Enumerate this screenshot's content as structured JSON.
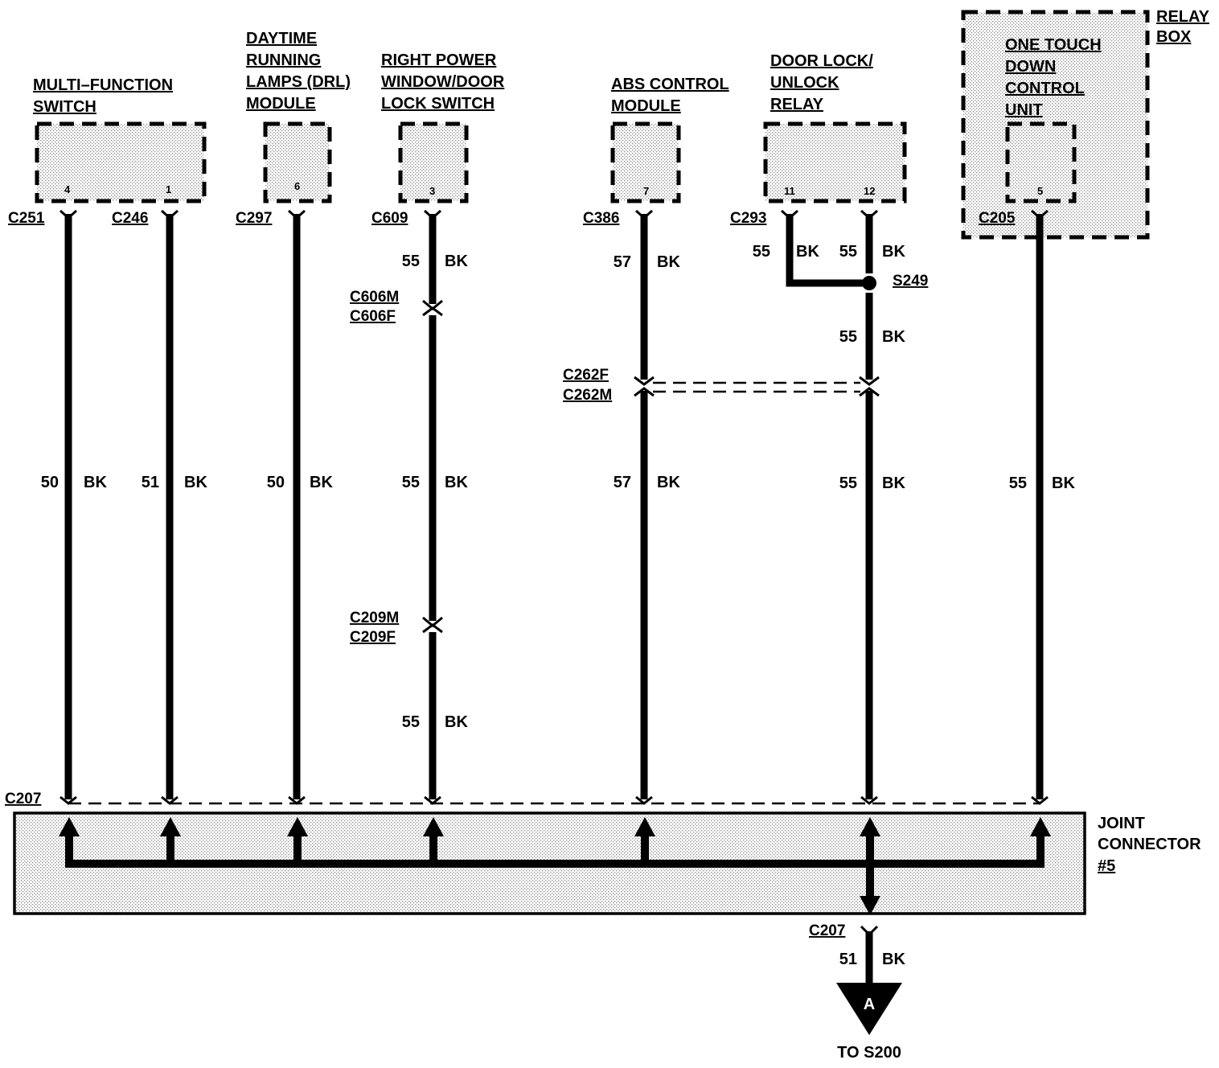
{
  "components": {
    "mfs": {
      "lines": [
        "MULTI–FUNCTION",
        "SWITCH"
      ],
      "pins": [
        "4",
        "1"
      ],
      "connectors": [
        "C251",
        "C246"
      ]
    },
    "drl": {
      "lines": [
        "DAYTIME",
        "RUNNING",
        "LAMPS (DRL)",
        "MODULE"
      ],
      "pin": "6",
      "connector": "C297"
    },
    "rpw": {
      "lines": [
        "RIGHT POWER",
        "WINDOW/DOOR",
        "LOCK SWITCH"
      ],
      "pin": "3",
      "connector": "C609"
    },
    "abs": {
      "lines": [
        "ABS CONTROL",
        "MODULE"
      ],
      "pin": "7",
      "connector": "C386"
    },
    "dlr": {
      "lines": [
        "DOOR LOCK/",
        "UNLOCK",
        "RELAY"
      ],
      "pins": [
        "11",
        "12"
      ],
      "connector": "C293"
    },
    "relay_box": {
      "lines": [
        "RELAY",
        "BOX"
      ]
    },
    "otd": {
      "lines": [
        "ONE TOUCH",
        "DOWN",
        "CONTROL",
        "UNIT"
      ],
      "pin": "5",
      "connector": "C205"
    }
  },
  "inline_connectors": {
    "c606": [
      "C606M",
      "C606F"
    ],
    "c209": [
      "C209M",
      "C209F"
    ],
    "c262": [
      "C262F",
      "C262M"
    ]
  },
  "splice": "S249",
  "joint_connector": {
    "lines": [
      "JOINT",
      "CONNECTOR",
      "#5"
    ],
    "connector": "C207",
    "bottom_connector": "C207"
  },
  "circuits": {
    "w1": {
      "circuit": "50",
      "color": "BK"
    },
    "w2": {
      "circuit": "51",
      "color": "BK"
    },
    "w3": {
      "circuit": "50",
      "color": "BK"
    },
    "w4a": {
      "circuit": "55",
      "color": "BK"
    },
    "w4b": {
      "circuit": "55",
      "color": "BK"
    },
    "w4c": {
      "circuit": "55",
      "color": "BK"
    },
    "w5a": {
      "circuit": "57",
      "color": "BK"
    },
    "w5b": {
      "circuit": "57",
      "color": "BK"
    },
    "w6l": {
      "circuit": "55",
      "color": "BK"
    },
    "w6r": {
      "circuit": "55",
      "color": "BK"
    },
    "w6b": {
      "circuit": "55",
      "color": "BK"
    },
    "w6c": {
      "circuit": "55",
      "color": "BK"
    },
    "w7": {
      "circuit": "55",
      "color": "BK"
    },
    "out": {
      "circuit": "51",
      "color": "BK"
    }
  },
  "ground_ref": {
    "letter": "A",
    "label": "TO S200"
  }
}
